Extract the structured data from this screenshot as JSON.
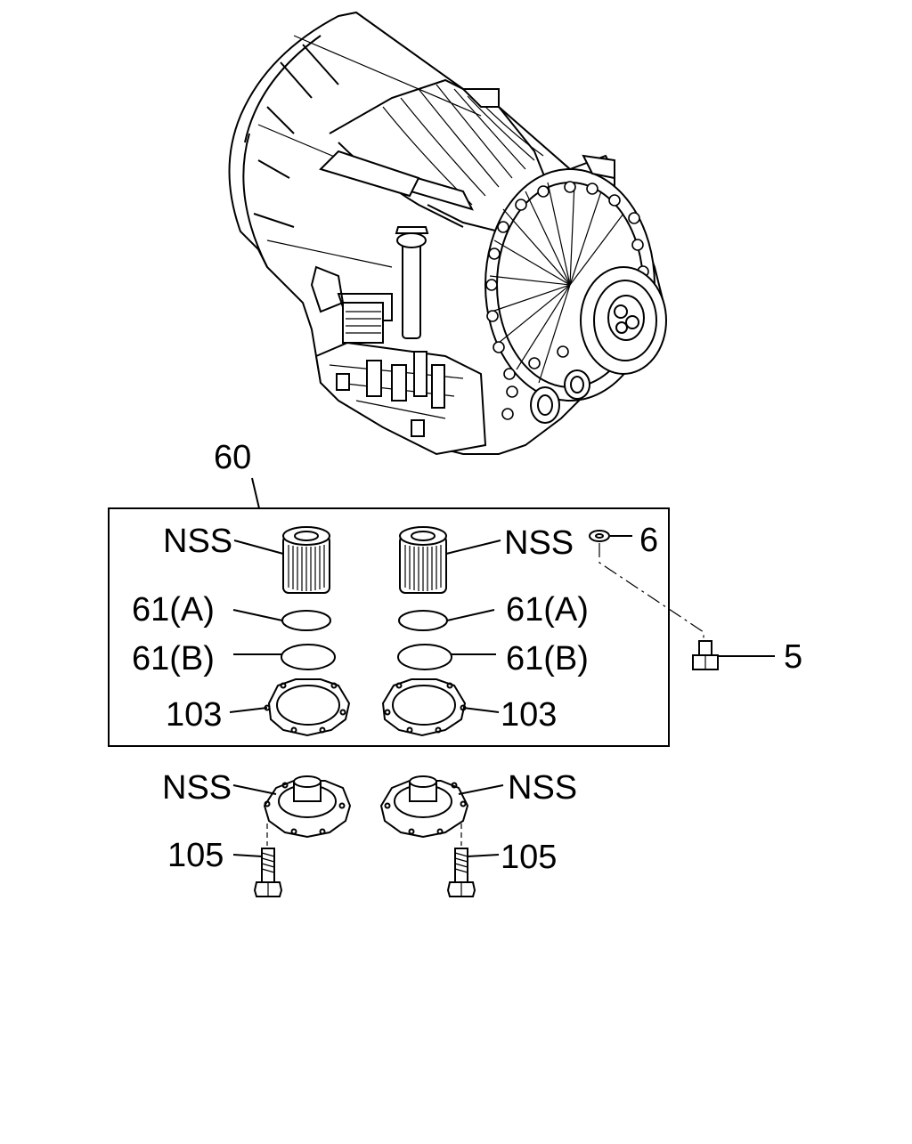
{
  "diagram": {
    "kit_number": "60",
    "labels": {
      "filter_left": "NSS",
      "filter_right": "NSS",
      "washer": "6",
      "bolt_right": "5",
      "oring_a_left": "61(A)",
      "oring_a_right": "61(A)",
      "oring_b_left": "61(B)",
      "oring_b_right": "61(B)",
      "gasket_left": "103",
      "gasket_right": "103",
      "cover_left": "NSS",
      "cover_right": "NSS",
      "bolt_left_lower": "105",
      "bolt_right_lower": "105"
    },
    "icons": [
      "transmission-assembly-illustration",
      "filter-element-icon",
      "o-ring-icon",
      "gasket-icon",
      "filter-cover-icon",
      "bolt-icon",
      "washer-icon"
    ]
  }
}
